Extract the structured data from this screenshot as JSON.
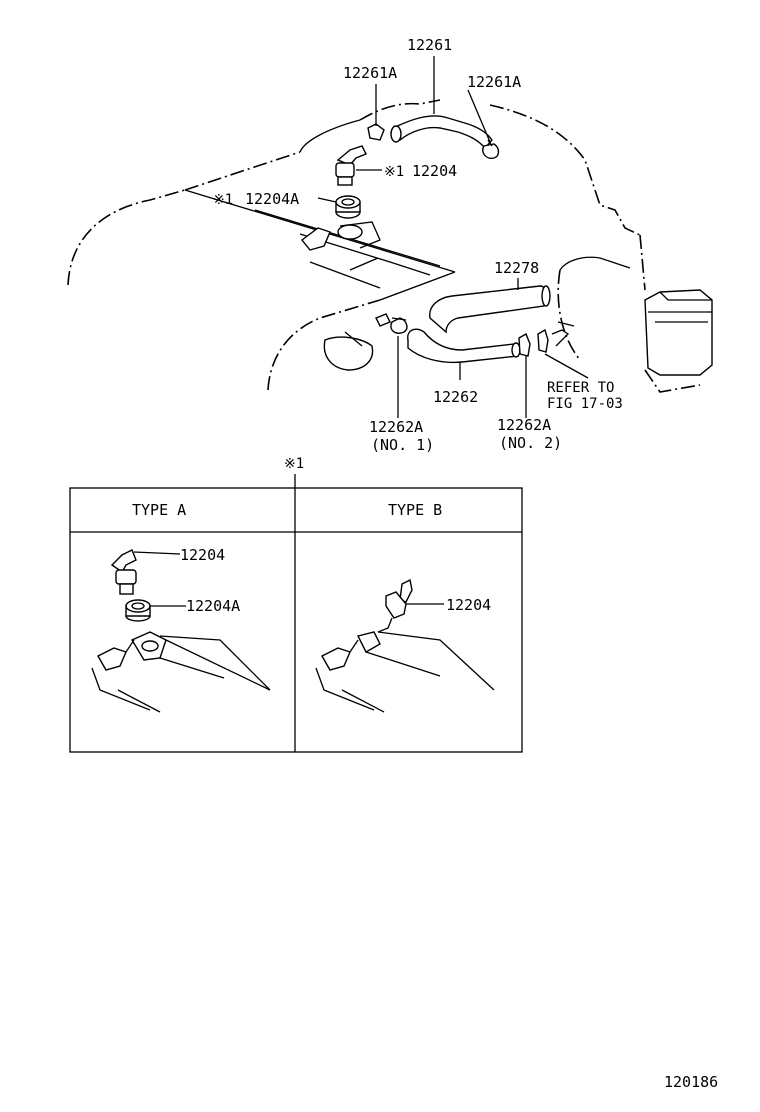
{
  "labels": {
    "p12261": "12261",
    "p12261A_left": "12261A",
    "p12261A_right": "12261A",
    "p12204_top_mark": "※1",
    "p12204_top": "12204",
    "p12204A_top_mark": "※1",
    "p12204A_top": "12204A",
    "p12278": "12278",
    "p12262": "12262",
    "p12262A_no1": "12262A",
    "p12262A_no1_sub": "(NO. 1)",
    "p12262A_no2": "12262A",
    "p12262A_no2_sub": "(NO. 2)",
    "refer_line1": "REFER TO",
    "refer_line2": "FIG 17-03"
  },
  "inset": {
    "note_mark": "※1",
    "type_a_title": "TYPE  A",
    "type_b_title": "TYPE  B",
    "type_a_part1": "12204",
    "type_a_part2": "12204A",
    "type_b_part": "12204"
  },
  "figure_number": "120186"
}
